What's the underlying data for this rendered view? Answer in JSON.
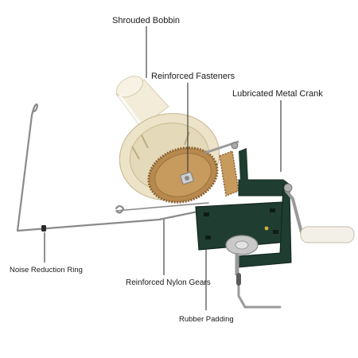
{
  "callouts": {
    "shrouded_bobbin": "Shrouded Bobbin",
    "reinforced_fasteners": "Reinforced Fasteners",
    "lubricated_metal_crank": "Lubricated Metal Crank",
    "noise_reduction_ring": "Noise Reduction Ring",
    "reinforced_nylon_gears": "Reinforced Nylon Gears",
    "rubber_padding": "Rubber Padding"
  },
  "colors": {
    "background": "#ffffff",
    "frame_green": "#1f3d30",
    "bobbin_cream": "#efe6cf",
    "gear_bronze": "#b8894e",
    "metal_wire": "#8a8a8a",
    "handle_white": "#f3f0e8",
    "leader_line": "#333333"
  }
}
